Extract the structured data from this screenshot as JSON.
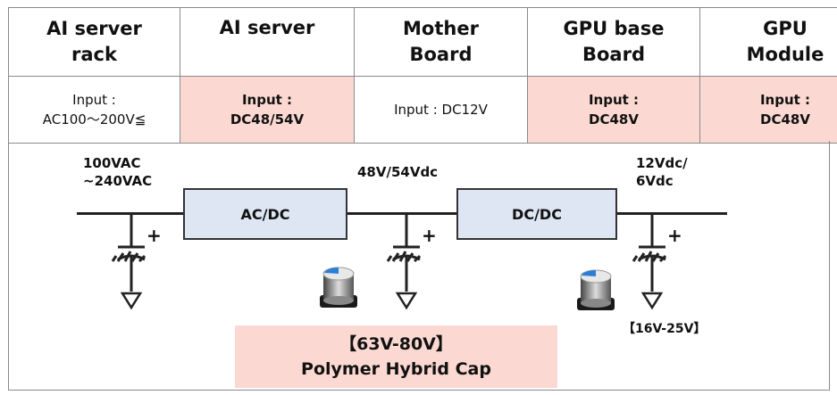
{
  "table": {
    "columns": [
      {
        "title": "AI server rack",
        "title_lines": [
          "AI server",
          "rack"
        ],
        "input_lines": [
          "Input :",
          "AC100～200V≦"
        ],
        "highlight": false
      },
      {
        "title": "AI server",
        "title_lines": [
          "AI server"
        ],
        "input_lines": [
          "Input :",
          "DC48/54V"
        ],
        "highlight": true
      },
      {
        "title": "Mother Board",
        "title_lines": [
          "Mother",
          "Board"
        ],
        "input_lines": [
          "Input : DC12V"
        ],
        "highlight": false
      },
      {
        "title": "GPU base Board",
        "title_lines": [
          "GPU base",
          "Board"
        ],
        "input_lines": [
          "Input :",
          "DC48V"
        ],
        "highlight": true
      },
      {
        "title": "GPU Module",
        "title_lines": [
          "GPU",
          "Module"
        ],
        "input_lines": [
          "Input :",
          "DC48V"
        ],
        "highlight": true
      }
    ]
  },
  "diagram": {
    "input_voltage": [
      "100VAC",
      "~240VAC"
    ],
    "mid_voltage": "48V/54Vdc",
    "output_voltage": [
      "12Vdc/",
      "6Vdc"
    ],
    "converter_1": "AC/DC",
    "converter_2": "DC/DC",
    "cap_polarity": "+",
    "small_cap_range": "【16V-25V】",
    "callout": {
      "range": "【63V-80V】",
      "name": "Polymer Hybrid Cap"
    }
  },
  "colors": {
    "highlight_fill": "#fbd9d2",
    "converter_fill": "#dde6f2",
    "line": "#222222",
    "border": "#8a8a8a"
  },
  "icons": [
    "capacitor-symbol-icon",
    "ground-symbol-icon",
    "smd-capacitor-icon"
  ]
}
